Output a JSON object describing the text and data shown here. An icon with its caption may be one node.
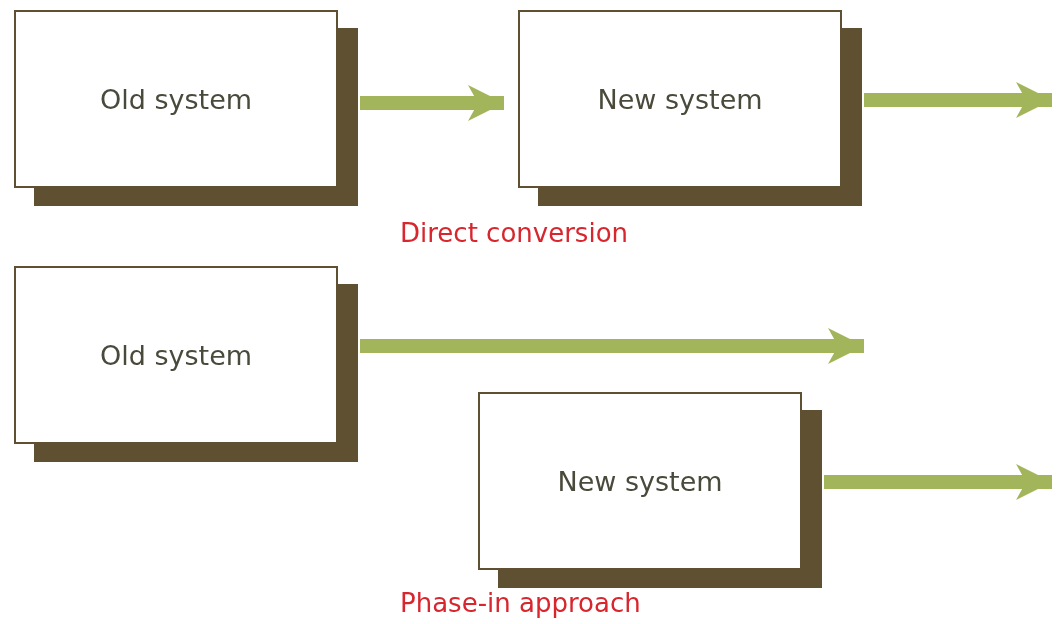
{
  "diagram": {
    "nodes": [
      {
        "text": [
          "Old system"
        ]
      },
      {
        "text": [
          "New system"
        ]
      },
      {
        "text": [
          "Old system"
        ]
      },
      {
        "text": [
          "New system"
        ]
      }
    ],
    "edges": [
      {
        "from": 0,
        "to": 1,
        "arrow": "to"
      },
      {
        "from": 1,
        "to": null,
        "arrow": "to"
      },
      {
        "from": 2,
        "to": null,
        "arrow": "to"
      },
      {
        "from": 3,
        "to": null,
        "arrow": "to"
      }
    ],
    "labels": [
      "Direct conversion",
      "Phase-in approach"
    ]
  }
}
